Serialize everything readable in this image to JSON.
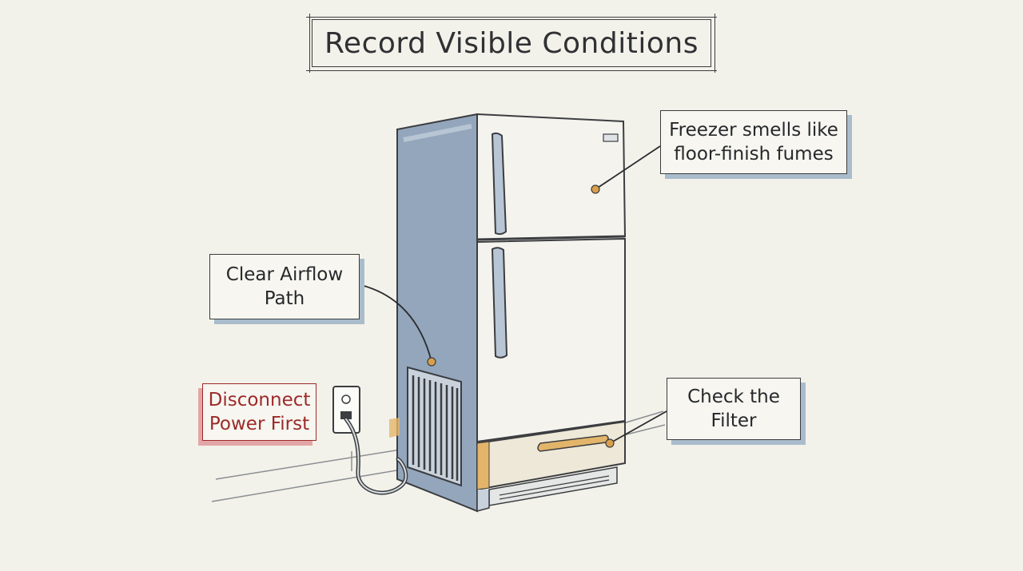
{
  "title": "Record Visible Conditions",
  "callouts": {
    "freezer_smell": "Freezer smells like\nfloor-finish fumes",
    "airflow": "Clear Airflow\nPath",
    "power": "Disconnect\nPower First",
    "filter": "Check the\nFilter"
  },
  "colors": {
    "background": "#f3f2ea",
    "fridge_body": "#93a6bc",
    "fridge_door": "#f4f3ee",
    "accent_marker": "#d9a04b",
    "warning_text": "#9c2a2a",
    "callout_shadow": "#a9bccb"
  }
}
